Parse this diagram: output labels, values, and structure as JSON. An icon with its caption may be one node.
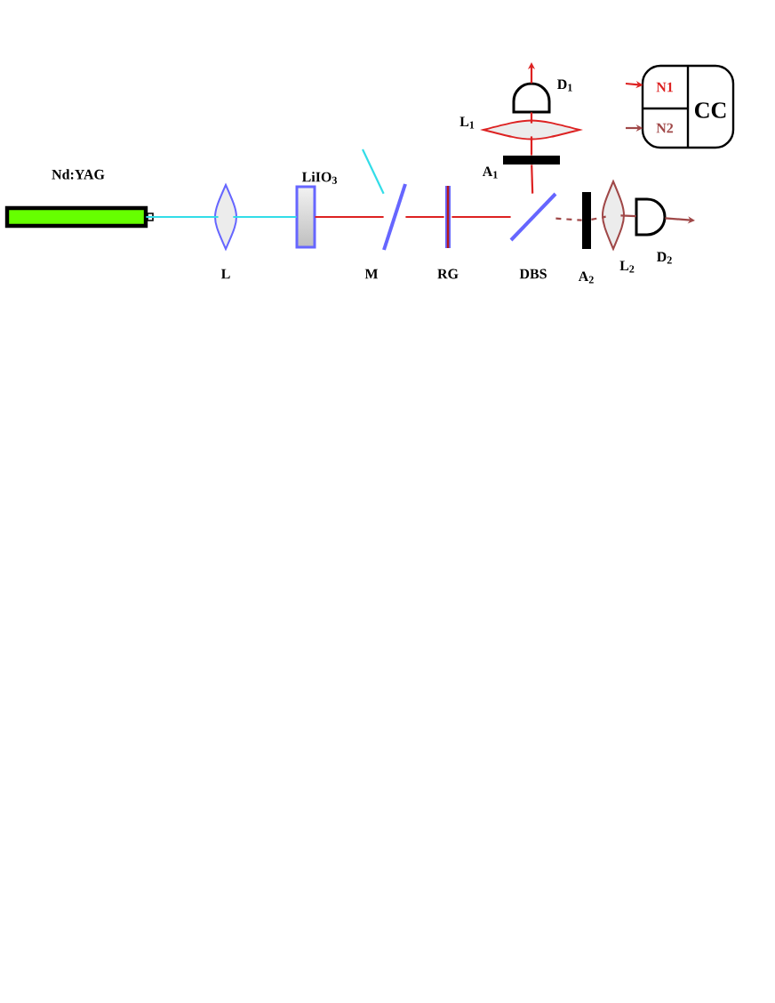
{
  "diagram": {
    "nodes": [
      {
        "text": [
          "Nd:YAG"
        ]
      },
      {
        "text": [
          "L"
        ]
      },
      {
        "text": [
          "LiIO$_{3}$"
        ]
      },
      {
        "text": [
          "M"
        ]
      },
      {
        "text": [
          "RG"
        ]
      },
      {
        "text": [
          "DBS"
        ]
      },
      {
        "text": [
          "A$_{1}$"
        ]
      },
      {
        "text": [
          "L$_{1}$"
        ]
      },
      {
        "text": [
          "D$_{1}$"
        ]
      },
      {
        "text": [
          "A$_{2}$"
        ]
      },
      {
        "text": [
          "L$_{2}$"
        ]
      },
      {
        "text": [
          "D$_{2}$"
        ]
      },
      {
        "text": [
          "CC"
        ]
      },
      {
        "text": [
          "N1"
        ],
        "in": 12
      },
      {
        "text": [
          "N2"
        ],
        "in": 12
      }
    ],
    "edges": [
      {
        "from": 0,
        "to": 1,
        "arrow": "none",
        "color": "#33dde8"
      },
      {
        "from": 1,
        "to": 2,
        "arrow": "none",
        "color": "#33dde8"
      },
      {
        "from": 2,
        "to": 3,
        "arrow": "none"
      },
      {
        "from": 3,
        "to": 4,
        "arrow": "none"
      },
      {
        "from": 4,
        "to": 5,
        "arrow": "none"
      },
      {
        "from": 5,
        "to": 6,
        "arrow": "none"
      },
      {
        "from": 6,
        "to": 7,
        "arrow": "none"
      },
      {
        "from": 7,
        "to": 8,
        "arrow": "none"
      },
      {
        "from": 5,
        "to": 9,
        "arrow": "none",
        "style": "dashed",
        "color": "#a04848"
      },
      {
        "from": 9,
        "to": 10,
        "arrow": "none",
        "style": "dashed",
        "color": "#a04848"
      },
      {
        "from": 10,
        "to": 11,
        "arrow": "none",
        "color": "#a04848"
      },
      {
        "from": 8,
        "to": null,
        "arrow": "to"
      },
      {
        "from": 11,
        "to": null,
        "arrow": "to",
        "color": "#a04848"
      },
      {
        "from": null,
        "to": 13,
        "arrow": "to"
      },
      {
        "from": null,
        "to": 14,
        "arrow": "to",
        "color": "#a04848"
      },
      {
        "from": 3,
        "to": null,
        "arrow": "none",
        "color": "#33dde8"
      }
    ]
  }
}
